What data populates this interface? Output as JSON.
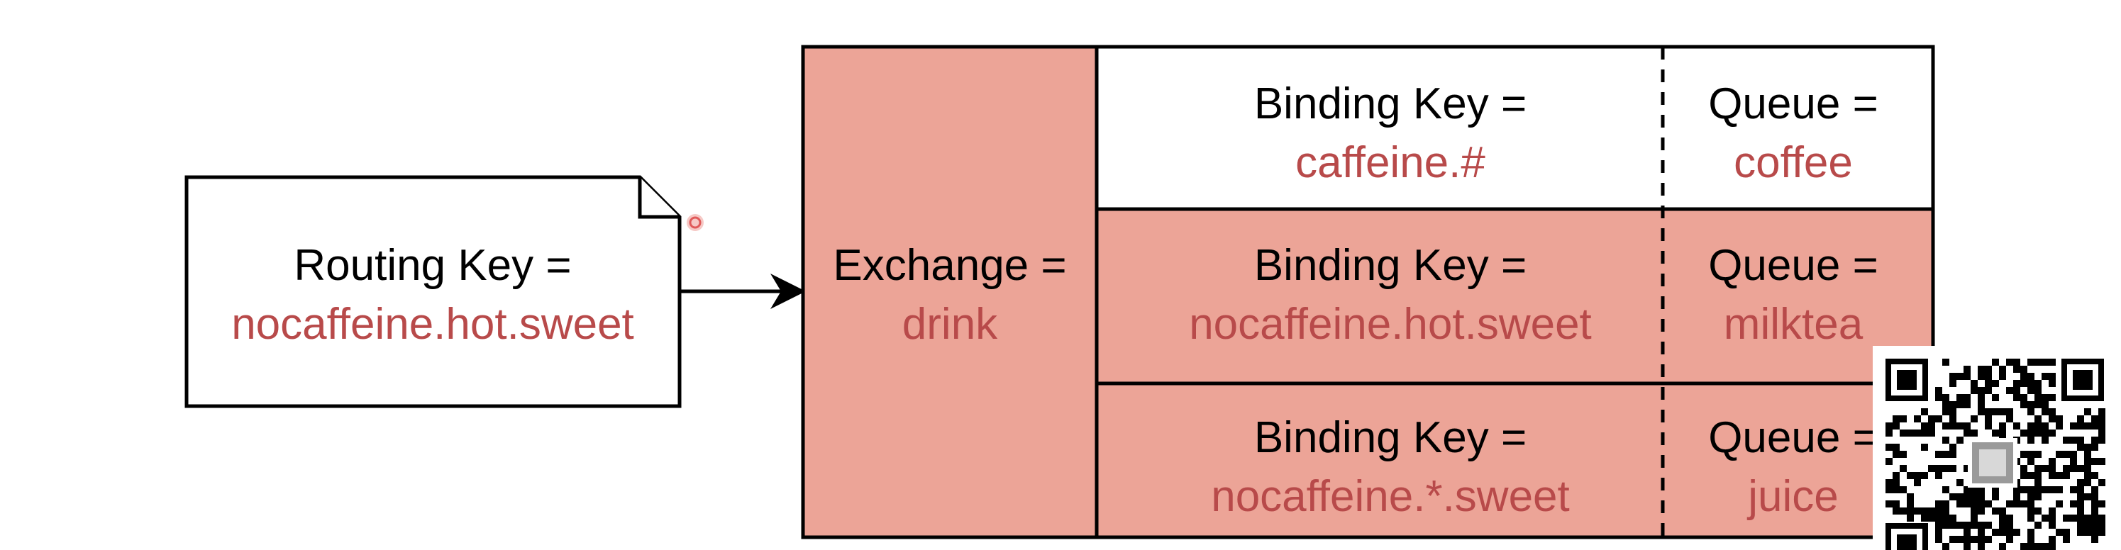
{
  "colors": {
    "highlight_fill": "#eca497",
    "accent_text": "#b84a4a",
    "stroke": "#000000",
    "cursor_dot": "#e05a5a"
  },
  "message": {
    "label": "Routing Key =",
    "value": "nocaffeine.hot.sweet"
  },
  "exchange": {
    "label": "Exchange =",
    "value": "drink"
  },
  "bindings": [
    {
      "label": "Binding Key =",
      "value": "caffeine.#",
      "queue_label": "Queue =",
      "queue_value": "coffee",
      "matched": false
    },
    {
      "label": "Binding Key =",
      "value": "nocaffeine.hot.sweet",
      "queue_label": "Queue =",
      "queue_value": "milktea",
      "matched": true
    },
    {
      "label": "Binding Key =",
      "value": "nocaffeine.*.sweet",
      "queue_label": "Queue =",
      "queue_value": "juice",
      "matched": true
    }
  ],
  "icons": {
    "cursor": "cursor-dot-icon",
    "qr": "qr-code-icon"
  }
}
